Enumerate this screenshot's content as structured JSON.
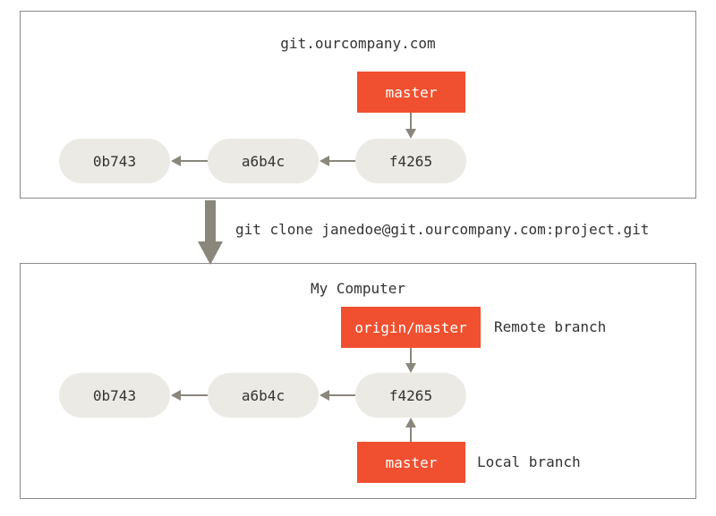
{
  "remote": {
    "title": "git.ourcompany.com",
    "branch": "master",
    "commits": [
      "0b743",
      "a6b4c",
      "f4265"
    ]
  },
  "clone_command": "git clone janedoe@git.ourcompany.com:project.git",
  "local": {
    "title": "My Computer",
    "remote_branch": "origin/master",
    "remote_branch_label": "Remote branch",
    "local_branch": "master",
    "local_branch_label": "Local branch",
    "commits": [
      "0b743",
      "a6b4c",
      "f4265"
    ]
  },
  "colors": {
    "branch_fill": "#f0502f",
    "commit_fill": "#ebeae4",
    "arrow": "#8a867c",
    "border": "#8a8a8a"
  }
}
